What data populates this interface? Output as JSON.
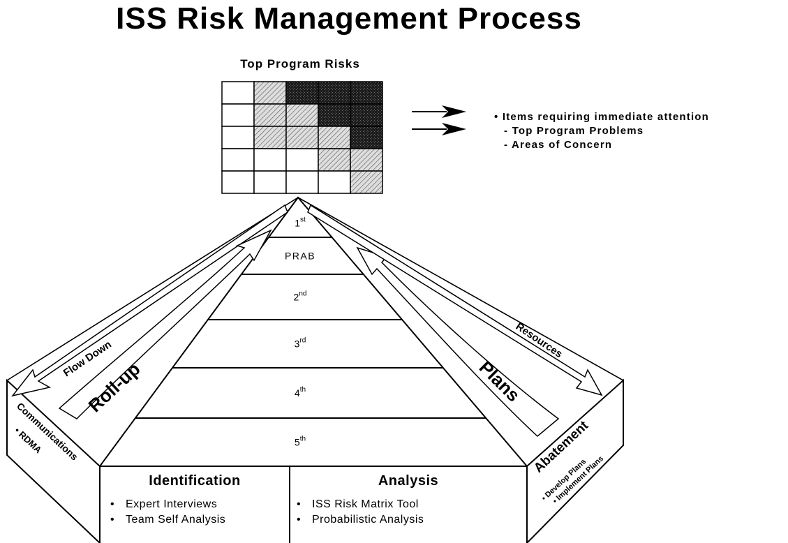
{
  "title": "ISS Risk Management Process",
  "matrix": {
    "title": "Top Program Risks",
    "rows": [
      [
        "white",
        "hatch",
        "dark",
        "dark",
        "dark"
      ],
      [
        "white",
        "hatch",
        "hatch",
        "dark",
        "dark"
      ],
      [
        "white",
        "hatch",
        "hatch",
        "hatch",
        "dark"
      ],
      [
        "white",
        "white",
        "white",
        "hatch",
        "hatch"
      ],
      [
        "white",
        "white",
        "white",
        "white",
        "hatch"
      ]
    ]
  },
  "attention": {
    "main": "Items requiring immediate attention",
    "sub": [
      "Top Program Problems",
      "Areas of Concern"
    ]
  },
  "levels": [
    {
      "base": "1",
      "sup": "st"
    },
    {
      "base": "PRAB",
      "sup": ""
    },
    {
      "base": "2",
      "sup": "nd"
    },
    {
      "base": "3",
      "sup": "rd"
    },
    {
      "base": "4",
      "sup": "th"
    },
    {
      "base": "5",
      "sup": "th"
    }
  ],
  "arrows": {
    "flow_down": "Flow Down",
    "roll_up": "Roll-up",
    "plans": "Plans",
    "resources": "Resources"
  },
  "left_face": {
    "title": "Communications",
    "items": [
      "RDMA"
    ]
  },
  "right_face": {
    "title": "Abatement",
    "items": [
      "Develop Plans",
      "Implement Plans"
    ]
  },
  "identification": {
    "title": "Identification",
    "items": [
      "Expert Interviews",
      "Team Self Analysis"
    ]
  },
  "analysis": {
    "title": "Analysis",
    "items": [
      "ISS Risk Matrix Tool",
      "Probabilistic Analysis"
    ]
  }
}
